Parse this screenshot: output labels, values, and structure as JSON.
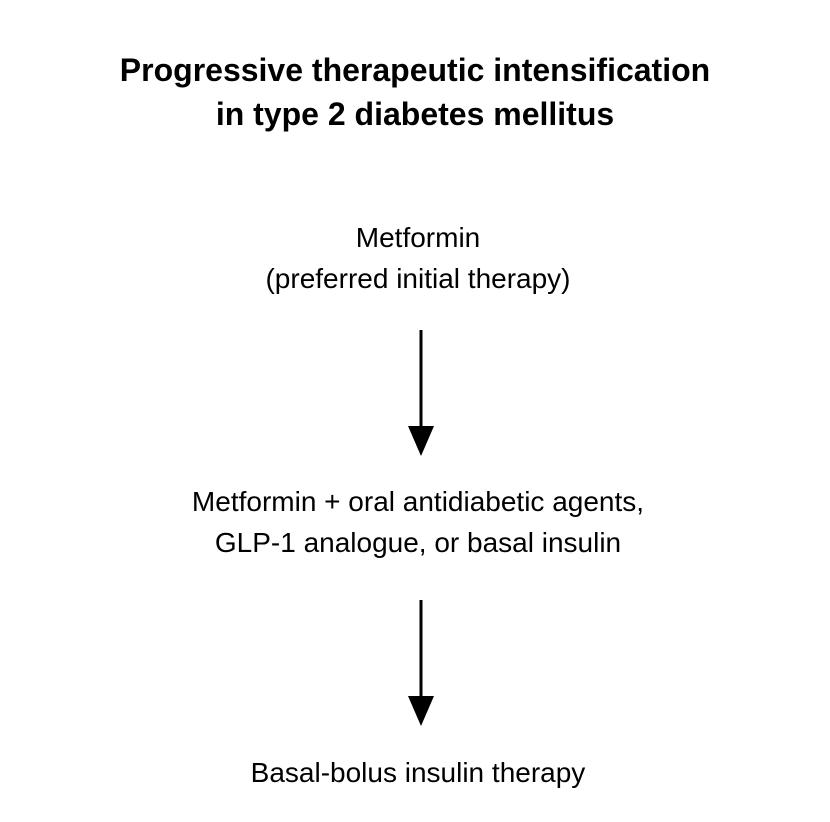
{
  "diagram": {
    "title_lines": [
      "Progressive therapeutic intensification",
      "in type 2 diabetes mellitus"
    ],
    "steps": [
      {
        "lines": [
          "Metformin",
          "(preferred initial therapy)"
        ]
      },
      {
        "lines": [
          "Metformin + oral antidiabetic agents,",
          "GLP-1 analogue, or basal insulin"
        ]
      },
      {
        "lines": [
          "Basal-bolus insulin therapy"
        ]
      }
    ],
    "colors": {
      "text": "#000000",
      "arrow": "#000000",
      "background": "#ffffff"
    }
  }
}
